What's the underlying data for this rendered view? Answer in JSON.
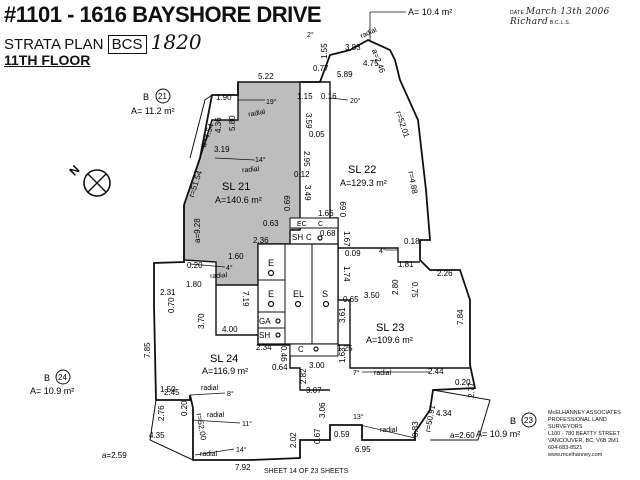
{
  "header": {
    "title": "#1101 - 1616 BAYSHORE DRIVE",
    "strata_label": "STRATA PLAN",
    "plan_prefix": "BCS",
    "plan_number": "1820",
    "floor": "11TH FLOOR"
  },
  "certification": {
    "date_label": "DATE",
    "date_value": "March 13th 2006",
    "signer": "Richard",
    "bcls": "B.C.L.S."
  },
  "lots": [
    {
      "id": "sl21",
      "name": "SL 21",
      "area": "A=140.6 m²"
    },
    {
      "id": "sl22",
      "name": "SL 22",
      "area": "A=129.3 m²"
    },
    {
      "id": "sl23",
      "name": "SL 23",
      "area": "A=109.6 m²"
    },
    {
      "id": "sl24",
      "name": "SL 24",
      "area": "A=116.9 m²"
    }
  ],
  "balconies": [
    {
      "id": "b21",
      "label": "B",
      "number": "21",
      "area": "A= 11.2 m²"
    },
    {
      "id": "b24",
      "label": "B",
      "number": "24",
      "area": "A= 10.9 m²"
    },
    {
      "id": "b23",
      "label": "B",
      "number": "23",
      "area": "A= 10.9 m²"
    },
    {
      "id": "btop",
      "area": "A= 10.4 m²"
    }
  ],
  "core": {
    "rooms": [
      "E",
      "E",
      "EL",
      "S",
      "GA",
      "SH",
      "C",
      "SH",
      "C",
      "C",
      "EC"
    ]
  },
  "dimensions": [
    "5.22",
    "1.90",
    "0.77",
    "1.55",
    "3.83",
    "4.75",
    "5.89",
    "0.16",
    "1.15",
    "3.59",
    "4.36",
    "5.80",
    "3.19",
    "0.05",
    "2.95",
    "0.12",
    "3.49",
    "0.69",
    "1.66",
    "0.69",
    "0.63",
    "0.68",
    "1.67",
    "2.36",
    "0.09",
    "1.74",
    "0.18",
    "1.81",
    "2.26",
    "0.75",
    "2.80",
    "3.50",
    "0.65",
    "3.61",
    "7.84",
    "1.60",
    "0.20",
    "1.80",
    "7.19",
    "3.70",
    "0.70",
    "2.31",
    "4.00",
    "2.34",
    "0.46",
    "1.25",
    "1.63",
    "3.00",
    "0.64",
    "2.82",
    "7.85",
    "1.50",
    "2.45",
    "0.20",
    "2.76",
    "3.07",
    "3.06",
    "4.35",
    "2.44",
    "2.77",
    "0.20",
    "4.34",
    "2.02",
    "0.67",
    "0.59",
    "6.95",
    "0.83",
    "7.92",
    "r=52.01",
    "r=4.88",
    "r=51.54",
    "a=9.28",
    "r=50.91",
    "a=4.54",
    "a=2.46",
    "a=2.59",
    "a=2.60",
    "r=52.00"
  ],
  "angles": [
    {
      "value": "19°",
      "label": "radial"
    },
    {
      "value": "14°",
      "label": "radial"
    },
    {
      "value": "4°",
      "label": "radial"
    },
    {
      "value": "20°",
      "label": ""
    },
    {
      "value": "2°",
      "label": "radial"
    },
    {
      "value": "4°",
      "label": ""
    },
    {
      "value": "7°",
      "label": "radial"
    },
    {
      "value": "8°",
      "label": "radial"
    },
    {
      "value": "11°",
      "label": "radial"
    },
    {
      "value": "14°",
      "label": "radial"
    },
    {
      "value": "13°",
      "label": "radial"
    }
  ],
  "firm": {
    "name": "McELHANNEY ASSOCIATES",
    "line1": "PROFESSIONAL LAND SURVEYORS",
    "line2": "L100 - 780 BEATTY STREET",
    "line3": "VANCOUVER, BC, V6B 2M1",
    "phone": "604-683-8521",
    "web": "www.mcelhanney.com"
  },
  "sheet": "SHEET 14 OF 23 SHEETS",
  "north": "N",
  "colors": {
    "shaded_lot": "#bdbdbd",
    "line": "#111111"
  }
}
